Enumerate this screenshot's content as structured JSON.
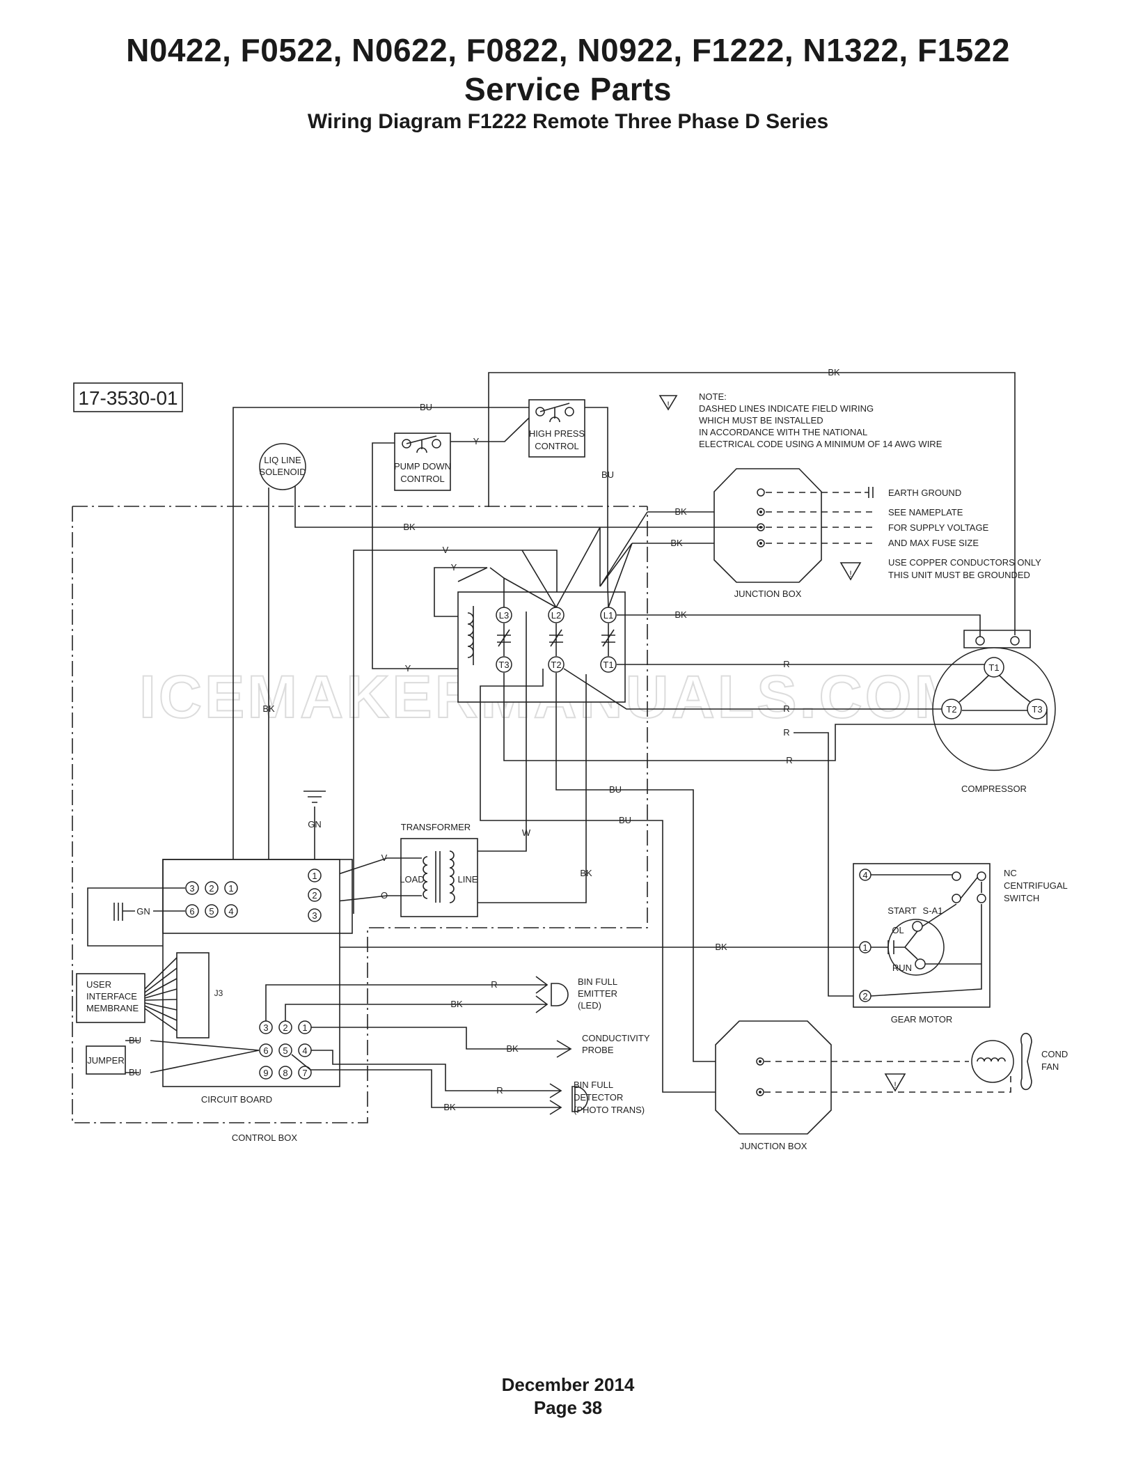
{
  "header": {
    "models": "N0422, F0522, N0622, F0822, N0922, F1222, N1322, F1522",
    "section": "Service Parts",
    "subtitle": "Wiring Diagram F1222 Remote Three Phase D Series"
  },
  "watermark": "ICEMAKERMANUALS.COM",
  "diagram": {
    "part_number": "17-3530-01",
    "note": {
      "heading": "NOTE:",
      "lines": [
        "DASHED LINES INDICATE FIELD WIRING",
        "WHICH MUST BE INSTALLED",
        "IN ACCORDANCE WITH THE NATIONAL",
        "ELECTRICAL CODE USING A MINIMUM OF 14 AWG WIRE"
      ]
    },
    "supply": {
      "earth_ground": "EARTH GROUND",
      "see_nameplate": "SEE NAMEPLATE",
      "supply_voltage": "FOR SUPPLY VOLTAGE",
      "fuse_size": "AND MAX FUSE SIZE",
      "copper_line1": "USE COPPER CONDUCTORS ONLY",
      "copper_line2": "THIS UNIT MUST BE GROUNDED"
    },
    "components": {
      "liq_line_1": "LIQ LINE",
      "liq_line_2": "SOLENOID",
      "pump_down_1": "PUMP DOWN",
      "pump_down_2": "CONTROL",
      "high_press_1": "HIGH PRESS",
      "high_press_2": "CONTROL",
      "junction_box": "JUNCTION BOX",
      "compressor": "COMPRESSOR",
      "transformer": "TRANSFORMER",
      "load": "LOAD",
      "line": "LINE",
      "circuit_board": "CIRCUIT BOARD",
      "control_box": "CONTROL BOX",
      "user_interface_1": "USER",
      "user_interface_2": "INTERFACE",
      "user_interface_3": "MEMBRANE",
      "jumper": "JUMPER",
      "gear_motor": "GEAR MOTOR",
      "nc_1": "NC",
      "nc_2": "CENTRIFUGAL",
      "nc_3": "SWITCH",
      "start": "START",
      "s_a1": "S-A1",
      "ol": "OL",
      "run": "RUN",
      "bin_emitter_1": "BIN FULL",
      "bin_emitter_2": "EMITTER",
      "bin_emitter_3": "(LED)",
      "conductivity_1": "CONDUCTIVITY",
      "conductivity_2": "PROBE",
      "bin_detector_1": "BIN FULL",
      "bin_detector_2": "DETECTOR",
      "bin_detector_3": "(PHOTO TRANS)",
      "cond_fan_1": "COND",
      "cond_fan_2": "FAN",
      "j3": "J3"
    },
    "terminals": {
      "l1": "L1",
      "l2": "L2",
      "l3": "L3",
      "t1": "T1",
      "t2": "T2",
      "t3": "T3",
      "n1": "1",
      "n2": "2",
      "n3": "3",
      "n4": "4",
      "n5": "5",
      "n6": "6",
      "n7": "7",
      "n8": "8",
      "n9": "9"
    },
    "wire_colors": {
      "bk": "BK",
      "bu": "BU",
      "y": "Y",
      "v": "V",
      "r": "R",
      "w": "W",
      "o": "O",
      "gn": "GN"
    },
    "warning_symbol": "!"
  },
  "footer": {
    "date": "December 2014",
    "page": "Page 38"
  }
}
